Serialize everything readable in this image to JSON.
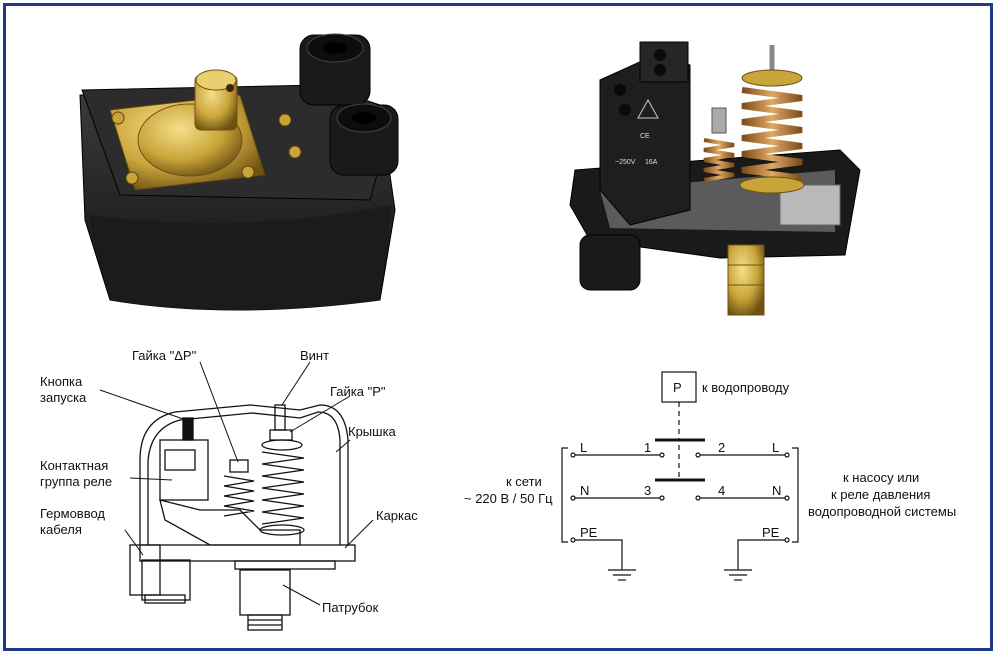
{
  "photo_left": {
    "description_icon": "pressure-switch-photo-closed"
  },
  "photo_right": {
    "description_icon": "pressure-switch-photo-open",
    "markings": {
      "voltage": "~250V",
      "current": "16A",
      "ce": "CE"
    }
  },
  "device_diagram": {
    "labels": {
      "nut_dp": "Гайка \"ΔP\"",
      "screw": "Винт",
      "nut_p": "Гайка \"P\"",
      "start_button": [
        "Кнопка",
        "запуска"
      ],
      "cover": "Крышка",
      "relay_contacts": [
        "Контактная",
        "группа реле"
      ],
      "cable_gland": [
        "Гермоввод",
        "кабеля"
      ],
      "frame": "Каркас",
      "nozzle": "Патрубок"
    }
  },
  "wiring_diagram": {
    "pressure_box": "P",
    "to_water_supply": "к водопроводу",
    "mains": [
      "к сети",
      "~ 220 В / 50 Гц"
    ],
    "to_pump": [
      "к насосу или",
      "к реле давления",
      "водопроводной системы"
    ],
    "terminals_left": [
      "L",
      "N",
      "PE"
    ],
    "terminals_right": [
      "L",
      "N",
      "PE"
    ],
    "contact_numbers": [
      "1",
      "2",
      "3",
      "4"
    ]
  },
  "colors": {
    "border": "#1f3a8a",
    "housing": "#2a2a2a",
    "brass": "#c9a43a"
  }
}
